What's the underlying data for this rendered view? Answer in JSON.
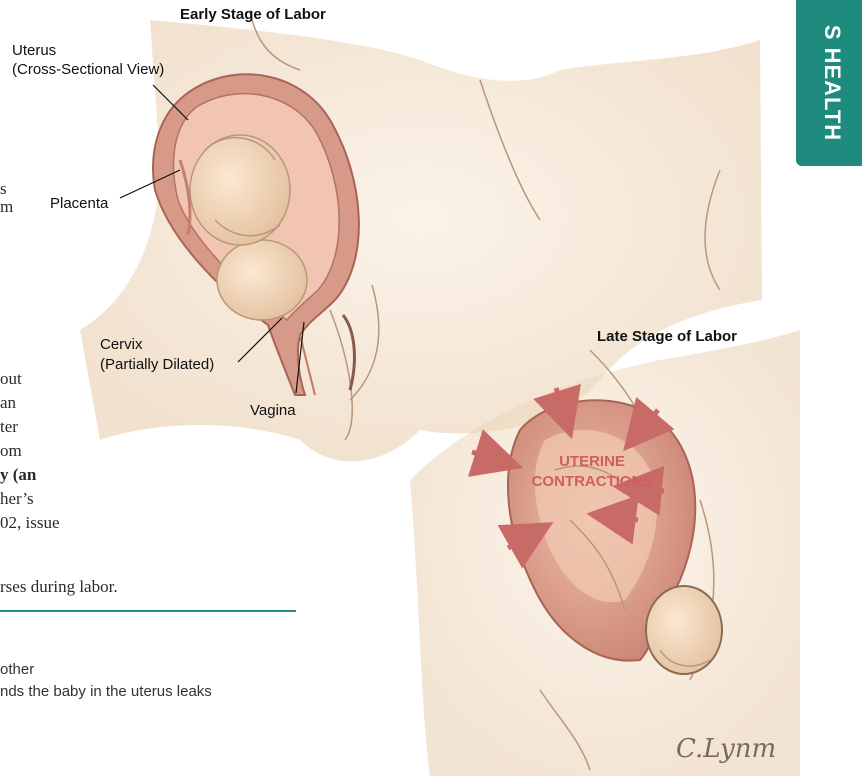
{
  "colors": {
    "skin": "#f1dcc0",
    "skin_dark": "#c9a683",
    "uterus": "#d89a88",
    "uterus_inner": "#f2c4b2",
    "baby": "#f6dcc0",
    "arrow": "#c86a66",
    "tab": "#1f8a7e",
    "rule": "#1f8a7e"
  },
  "side_tab": {
    "label": "S HEALTH"
  },
  "titles": {
    "early": "Early Stage of Labor",
    "late": "Late Stage of Labor"
  },
  "labels": {
    "uterus_line1": "Uterus",
    "uterus_line2": "(Cross-Sectional View)",
    "placenta": "Placenta",
    "cervix_line1": "Cervix",
    "cervix_line2": "(Partially Dilated)",
    "vagina": "Vagina",
    "contractions_line1": "UTERINE",
    "contractions_line2": "CONTRACTIONS"
  },
  "body_text": {
    "l0": "s",
    "l1": "m",
    "l2": "out",
    "l3": "an",
    "l4": "ter",
    "l5": "om",
    "l6": "y (an",
    "l7": "her’s",
    "l8": "02, issue",
    "l9": "rses during labor."
  },
  "notes": {
    "n1": "other",
    "n2": "nds the baby in the uterus leaks"
  },
  "signature": "C.Lynm"
}
